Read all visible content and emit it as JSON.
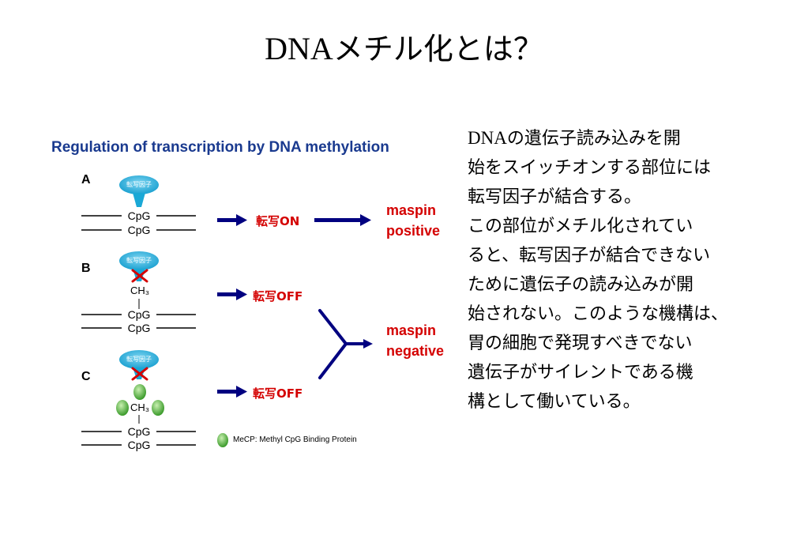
{
  "slide": {
    "title_latin": "DNA",
    "title_rest": "メチル化とは？"
  },
  "figure": {
    "title": "Regulation of transcription by DNA methylation",
    "panels": [
      {
        "label": "A",
        "tf_label": "転写因子",
        "strand_top": "CpG",
        "strand_bottom": "CpG",
        "status": "転写ON"
      },
      {
        "label": "B",
        "tf_label": "転写因子",
        "ch3": "CH₃",
        "strand_top": "CpG",
        "strand_bottom": "CpG",
        "status": "転写OFF"
      },
      {
        "label": "C",
        "tf_label": "転写因子",
        "ch3": "CH₃",
        "strand_top": "CpG",
        "strand_bottom": "CpG",
        "status": "転写OFF"
      }
    ],
    "outcomes": {
      "positive": [
        "maspin",
        "positive"
      ],
      "negative": [
        "maspin",
        "negative"
      ]
    },
    "legend": "MeCP: Methyl CpG Binding Protein",
    "colors": {
      "title_blue": "#1a3a8f",
      "arrow_navy": "#000080",
      "red": "#d40000",
      "tf_teal": "#1aa8d6",
      "mecp_green": "#4caf50"
    }
  },
  "body": {
    "first_latin": "DNA",
    "lines": [
      "の遺伝子読み込みを開",
      "始をスイッチオンする部位には",
      "転写因子が結合する。",
      "この部位がメチル化されてい",
      "ると、転写因子が結合できない",
      "ために遺伝子の読み込みが開",
      "始されない。このような機構は、",
      "胃の細胞で発現すべきでない",
      "遺伝子がサイレントである機",
      "構として働いている。"
    ]
  }
}
